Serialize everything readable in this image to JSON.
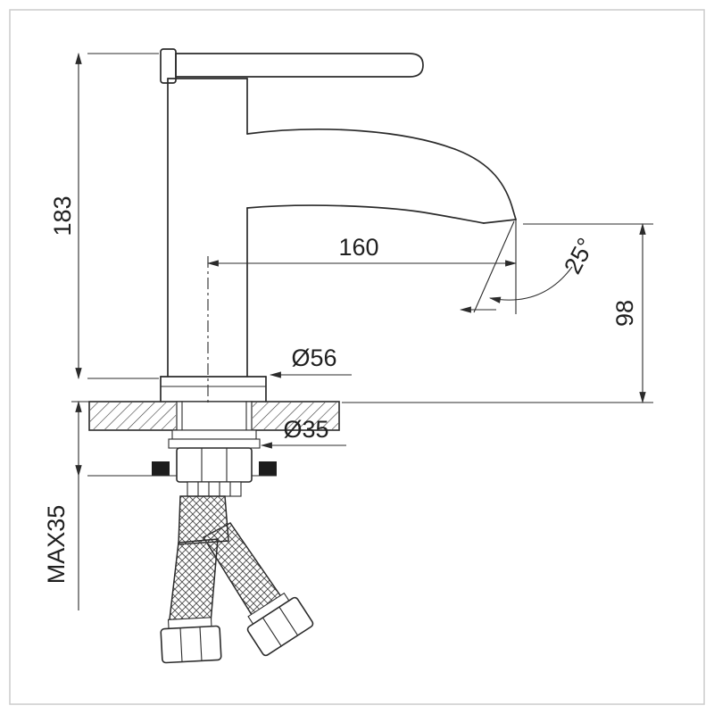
{
  "labels": {
    "overall_height": "183",
    "spout_reach": "160",
    "spray_angle": "25°",
    "spout_height": "98",
    "base_diameter": "Ø56",
    "hole_diameter": "Ø35",
    "max_thickness": "MAX35"
  },
  "colors": {
    "line": "#2b2b2b",
    "background": "#ffffff",
    "frame": "#cccccc"
  }
}
